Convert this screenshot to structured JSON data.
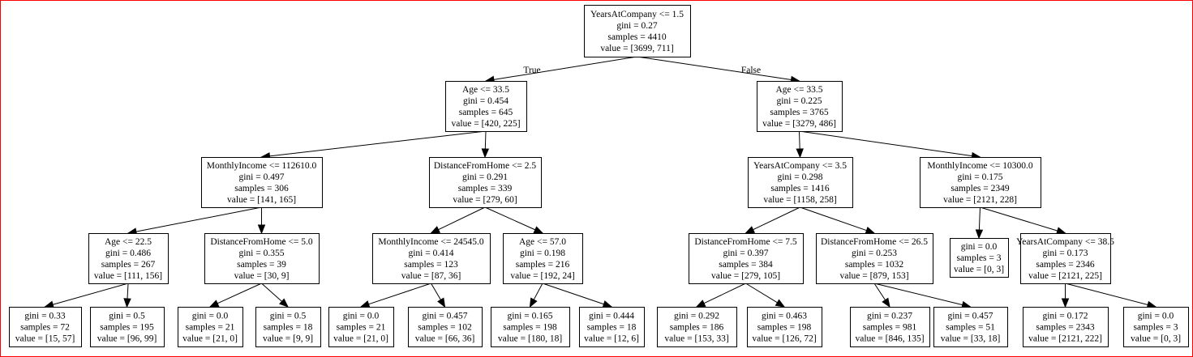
{
  "tree": {
    "true_label": "True",
    "false_label": "False",
    "nodes": [
      {
        "id": "n0",
        "lines": [
          "YearsAtCompany <= 1.5",
          "gini = 0.27",
          "samples = 4410",
          "value = [3699, 711]"
        ]
      },
      {
        "id": "n1",
        "lines": [
          "Age <= 33.5",
          "gini = 0.454",
          "samples = 645",
          "value = [420, 225]"
        ]
      },
      {
        "id": "n2",
        "lines": [
          "Age <= 33.5",
          "gini = 0.225",
          "samples = 3765",
          "value = [3279, 486]"
        ]
      },
      {
        "id": "n3",
        "lines": [
          "MonthlyIncome <= 112610.0",
          "gini = 0.497",
          "samples = 306",
          "value = [141, 165]"
        ]
      },
      {
        "id": "n4",
        "lines": [
          "DistanceFromHome <= 2.5",
          "gini = 0.291",
          "samples = 339",
          "value = [279, 60]"
        ]
      },
      {
        "id": "n5",
        "lines": [
          "YearsAtCompany <= 3.5",
          "gini = 0.298",
          "samples = 1416",
          "value = [1158, 258]"
        ]
      },
      {
        "id": "n6",
        "lines": [
          "MonthlyIncome <= 10300.0",
          "gini = 0.175",
          "samples = 2349",
          "value = [2121, 228]"
        ]
      },
      {
        "id": "n7",
        "lines": [
          "Age <= 22.5",
          "gini = 0.486",
          "samples = 267",
          "value = [111, 156]"
        ]
      },
      {
        "id": "n8",
        "lines": [
          "DistanceFromHome <= 5.0",
          "gini = 0.355",
          "samples = 39",
          "value = [30, 9]"
        ]
      },
      {
        "id": "n9",
        "lines": [
          "MonthlyIncome <= 24545.0",
          "gini = 0.414",
          "samples = 123",
          "value = [87, 36]"
        ]
      },
      {
        "id": "n10",
        "lines": [
          "Age <= 57.0",
          "gini = 0.198",
          "samples = 216",
          "value = [192, 24]"
        ]
      },
      {
        "id": "n11",
        "lines": [
          "DistanceFromHome <= 7.5",
          "gini = 0.397",
          "samples = 384",
          "value = [279, 105]"
        ]
      },
      {
        "id": "n12",
        "lines": [
          "DistanceFromHome <= 26.5",
          "gini = 0.253",
          "samples = 1032",
          "value = [879, 153]"
        ]
      },
      {
        "id": "n13",
        "lines": [
          "gini = 0.0",
          "samples = 3",
          "value = [0, 3]"
        ]
      },
      {
        "id": "n14",
        "lines": [
          "YearsAtCompany <= 38.5",
          "gini = 0.173",
          "samples = 2346",
          "value = [2121, 225]"
        ]
      },
      {
        "id": "n15",
        "lines": [
          "gini = 0.33",
          "samples = 72",
          "value = [15, 57]"
        ]
      },
      {
        "id": "n16",
        "lines": [
          "gini = 0.5",
          "samples = 195",
          "value = [96, 99]"
        ]
      },
      {
        "id": "n17",
        "lines": [
          "gini = 0.0",
          "samples = 21",
          "value = [21, 0]"
        ]
      },
      {
        "id": "n18",
        "lines": [
          "gini = 0.5",
          "samples = 18",
          "value = [9, 9]"
        ]
      },
      {
        "id": "n19",
        "lines": [
          "gini = 0.0",
          "samples = 21",
          "value = [21, 0]"
        ]
      },
      {
        "id": "n20",
        "lines": [
          "gini = 0.457",
          "samples = 102",
          "value = [66, 36]"
        ]
      },
      {
        "id": "n21",
        "lines": [
          "gini = 0.165",
          "samples = 198",
          "value = [180, 18]"
        ]
      },
      {
        "id": "n22",
        "lines": [
          "gini = 0.444",
          "samples = 18",
          "value = [12, 6]"
        ]
      },
      {
        "id": "n23",
        "lines": [
          "gini = 0.292",
          "samples = 186",
          "value = [153, 33]"
        ]
      },
      {
        "id": "n24",
        "lines": [
          "gini = 0.463",
          "samples = 198",
          "value = [126, 72]"
        ]
      },
      {
        "id": "n25",
        "lines": [
          "gini = 0.237",
          "samples = 981",
          "value = [846, 135]"
        ]
      },
      {
        "id": "n26",
        "lines": [
          "gini = 0.457",
          "samples = 51",
          "value = [33, 18]"
        ]
      },
      {
        "id": "n27",
        "lines": [
          "gini = 0.172",
          "samples = 2343",
          "value = [2121, 222]"
        ]
      },
      {
        "id": "n28",
        "lines": [
          "gini = 0.0",
          "samples = 3",
          "value = [0, 3]"
        ]
      }
    ],
    "edges": [
      [
        "n0",
        "n1"
      ],
      [
        "n0",
        "n2"
      ],
      [
        "n1",
        "n3"
      ],
      [
        "n1",
        "n4"
      ],
      [
        "n2",
        "n5"
      ],
      [
        "n2",
        "n6"
      ],
      [
        "n3",
        "n7"
      ],
      [
        "n3",
        "n8"
      ],
      [
        "n4",
        "n9"
      ],
      [
        "n4",
        "n10"
      ],
      [
        "n5",
        "n11"
      ],
      [
        "n5",
        "n12"
      ],
      [
        "n6",
        "n13"
      ],
      [
        "n6",
        "n14"
      ],
      [
        "n7",
        "n15"
      ],
      [
        "n7",
        "n16"
      ],
      [
        "n8",
        "n17"
      ],
      [
        "n8",
        "n18"
      ],
      [
        "n9",
        "n19"
      ],
      [
        "n9",
        "n20"
      ],
      [
        "n10",
        "n21"
      ],
      [
        "n10",
        "n22"
      ],
      [
        "n11",
        "n23"
      ],
      [
        "n11",
        "n24"
      ],
      [
        "n12",
        "n25"
      ],
      [
        "n12",
        "n26"
      ],
      [
        "n14",
        "n27"
      ],
      [
        "n14",
        "n28"
      ]
    ]
  }
}
